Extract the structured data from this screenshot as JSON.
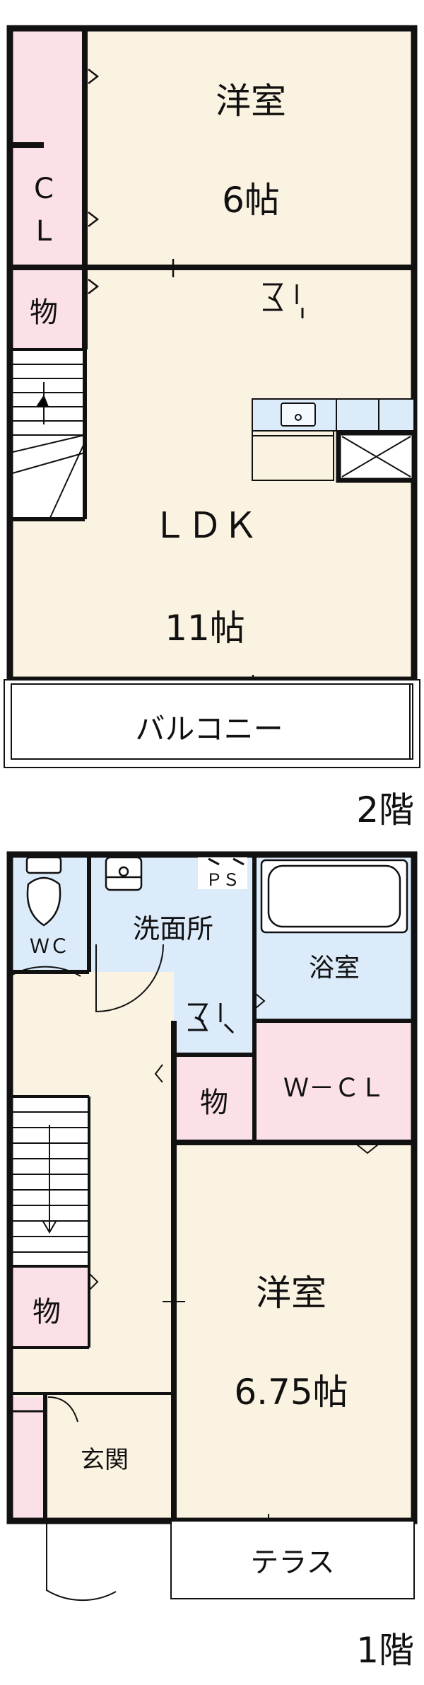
{
  "colors": {
    "room_cream": "#fbf3e1",
    "room_pink": "#fbe0e7",
    "room_blue": "#dcebfa",
    "wall": "#111111"
  },
  "floor2": {
    "floor_label": "2階",
    "western_room": {
      "name": "洋室",
      "size": "6帖"
    },
    "closet": {
      "line1": "C",
      "line2": "L"
    },
    "storage": "物",
    "ldk": {
      "name": "ＬＤＫ",
      "size": "11帖"
    },
    "balcony": "バルコニー"
  },
  "floor1": {
    "floor_label": "1階",
    "wc": "ＷＣ",
    "washroom": "洗面所",
    "ps": "ＰＳ",
    "bath": "浴室",
    "storage_mid": "物",
    "wcl": "Ｗ－ＣＬ",
    "storage_low": "物",
    "western_room": {
      "name": "洋室",
      "size": "6.75帖"
    },
    "entrance": "玄関",
    "terrace": "テラス"
  },
  "icons": [
    "stairs-icon",
    "toilet-icon",
    "sink-icon",
    "bathtub-icon",
    "kitchen-icon",
    "refrigerator-icon",
    "door-swing-icon",
    "smoke-detector-icon"
  ]
}
